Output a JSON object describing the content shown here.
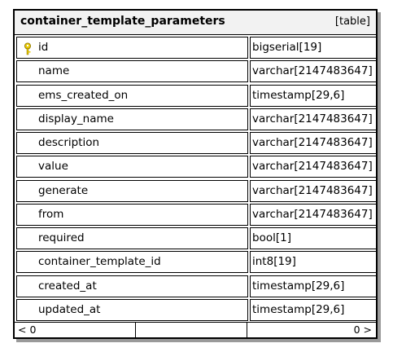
{
  "entity": {
    "title": "container_template_parameters",
    "kind": "[table]",
    "columns": [
      {
        "name": "id",
        "type": "bigserial[19]",
        "primary_key": true
      },
      {
        "name": "name",
        "type": "varchar[2147483647]"
      },
      {
        "name": "ems_created_on",
        "type": "timestamp[29,6]"
      },
      {
        "name": "display_name",
        "type": "varchar[2147483647]"
      },
      {
        "name": "description",
        "type": "varchar[2147483647]"
      },
      {
        "name": "value",
        "type": "varchar[2147483647]"
      },
      {
        "name": "generate",
        "type": "varchar[2147483647]"
      },
      {
        "name": "from",
        "type": "varchar[2147483647]"
      },
      {
        "name": "required",
        "type": "bool[1]"
      },
      {
        "name": "container_template_id",
        "type": "int8[19]"
      },
      {
        "name": "created_at",
        "type": "timestamp[29,6]"
      },
      {
        "name": "updated_at",
        "type": "timestamp[29,6]"
      }
    ],
    "footer": {
      "left": "< 0",
      "right": "0 >"
    }
  },
  "icons": {
    "primary_key": "key-icon"
  },
  "colors": {
    "header_bg": "#f2f2f2",
    "shadow": "#9a9a9a",
    "key_icon": "#e8c800"
  }
}
